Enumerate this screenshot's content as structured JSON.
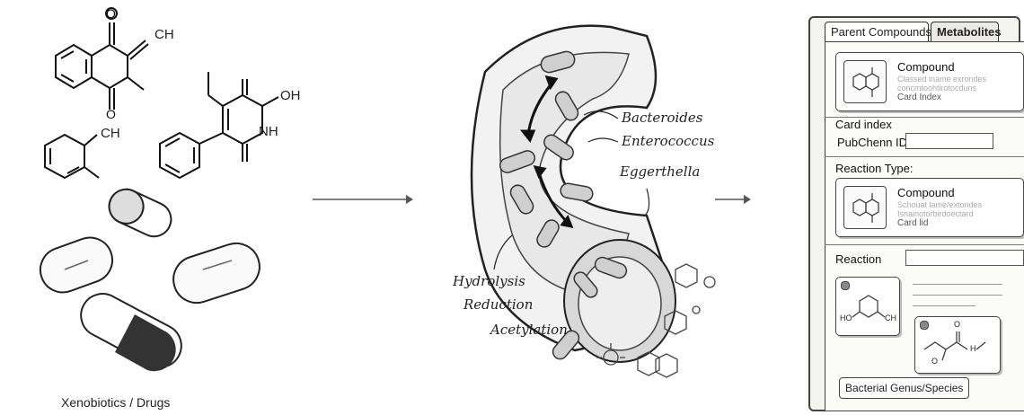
{
  "left": {
    "caption": "Xenobiotics / Drugs",
    "molecule_labels": [
      "CH",
      "OH",
      "NH",
      "CH"
    ]
  },
  "gut": {
    "bacteria": [
      "Bacteroides",
      "Enterococcus",
      "Eggerthella"
    ],
    "reactions": [
      "Hydrolysis",
      "Reduction",
      "Acetylation"
    ]
  },
  "panel": {
    "tabs": [
      "Parent Compounds",
      "Metabolites"
    ],
    "card1": {
      "title": "Compound",
      "sub1": "Classed iname exrondes",
      "sub2": "concmtoohtirotocduns",
      "index": "Card Index"
    },
    "card_index_label": "Card index",
    "pubchem_label": "PubChenn ID",
    "reaction_type_label": "Reaction Type:",
    "card2": {
      "title": "Compound",
      "sub1": "Schouat lame/extondes",
      "sub2": "Isnainotorbirdoectard",
      "index": "Card lid"
    },
    "reaction_label": "Reaction",
    "mol1_left": "HO",
    "mol1_right": "CH",
    "mol2_label": "H",
    "mol2_o": "O",
    "mol2_o2": "O",
    "genus_button": "Bacterial Genus/Species"
  }
}
